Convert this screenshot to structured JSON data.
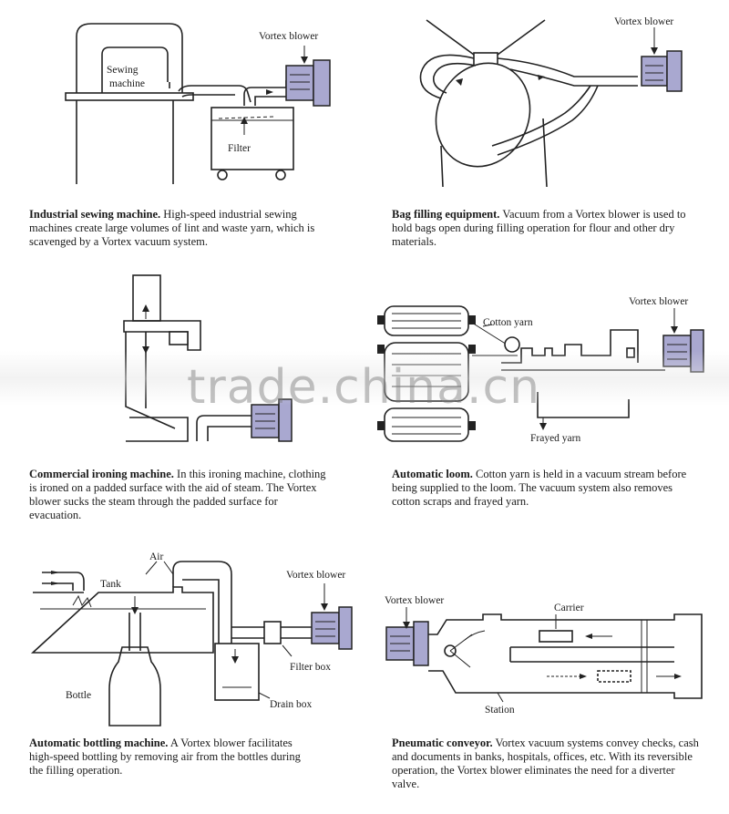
{
  "panels": [
    {
      "id": "sewing",
      "labels": {
        "sewing_machine": "Sewing\nmachine",
        "vortex": "Vortex blower",
        "filter": "Filter"
      },
      "caption_title": "Industrial sewing machine.",
      "caption_body": " High-speed industrial sewing machines create large volumes of lint and waste yarn, which is scavenged by a Vortex vacuum system."
    },
    {
      "id": "bag",
      "labels": {
        "vortex": "Vortex blower"
      },
      "caption_title": "Bag filling equipment.",
      "caption_body": " Vacuum from a Vortex blower is used to hold bags open during filling operation for flour and other dry materials."
    },
    {
      "id": "ironing",
      "labels": {},
      "caption_title": "Commercial ironing machine.",
      "caption_body": " In this ironing machine, clothing is ironed on a padded surface with the aid of steam. The Vortex blower sucks the steam through the padded surface for evacuation."
    },
    {
      "id": "loom",
      "labels": {
        "cotton_yarn": "Cotton yarn",
        "vortex": "Vortex blower",
        "frayed": "Frayed yarn"
      },
      "caption_title": "Automatic loom.",
      "caption_body": " Cotton yarn is held in a vacuum stream before being supplied to the loom. The vacuum system also removes cotton scraps and frayed yarn."
    },
    {
      "id": "bottling",
      "labels": {
        "air": "Air",
        "tank": "Tank",
        "vortex": "Vortex blower",
        "filter_box": "Filter box",
        "bottle": "Bottle",
        "drain_box": "Drain box"
      },
      "caption_title": "Automatic bottling machine.",
      "caption_body": " A Vortex blower facilitates high-speed bottling by removing air from the bottles during the filling operation."
    },
    {
      "id": "conveyor",
      "labels": {
        "vortex": "Vortex blower",
        "carrier": "Carrier",
        "station": "Station"
      },
      "caption_title": "Pneumatic conveyor.",
      "caption_body": " Vortex vacuum systems convey checks, cash and documents in banks, hospitals, offices, etc. With its reversible operation, the Vortex blower eliminates the need for a diverter valve."
    }
  ],
  "watermark": "trade.china.cn"
}
